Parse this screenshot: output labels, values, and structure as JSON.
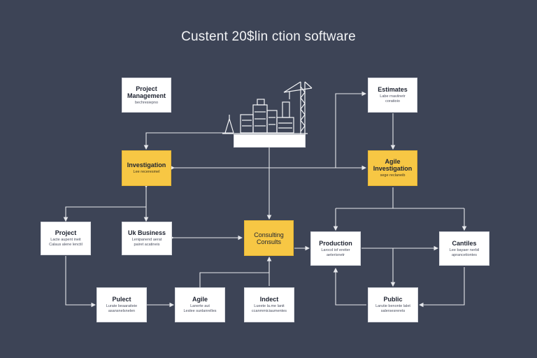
{
  "title": "Custent 20$lin ction software",
  "nodes": {
    "pm": {
      "title": "Project\nManagement",
      "sub": "bechresiepno"
    },
    "estimates": {
      "title": "Estimates",
      "sub": "Labe rnaviinetr\ncoratioio"
    },
    "investigation": {
      "title": "Investigation",
      "sub": "Lee receresmel"
    },
    "agile_top": {
      "title": "Agile\nInvestigation",
      "sub": "sege reclaneib"
    },
    "project_left": {
      "title": "Project",
      "sub": "Lacte aupent ineit\nCalaus alene lenctil"
    },
    "uk_business": {
      "title": "Uk Business",
      "sub": "Lenipanend aerat\npairet acatineis"
    },
    "consulting": {
      "title": "Consulting\nConsults",
      "sub": ""
    },
    "production": {
      "title": "Production",
      "sub": "Larocd iof ereiter\naeterisnetr"
    },
    "cartilles": {
      "title": "Cantiles",
      "sub": "Lee bayaer nerbil\naprancetiontes"
    },
    "project_bottom": {
      "title": "Pulect",
      "sub": "Lurate beaaraiteie\nasansnelsnelen"
    },
    "agile_bottom": {
      "title": "Agile",
      "sub": "Lanerte aut\nLeslee sunlanrelles"
    },
    "intect": {
      "title": "Indect",
      "sub": "Lueete la.me lanit\nccanmmiciaumentes"
    },
    "public": {
      "title": "Public",
      "sub": "Larutie benonte lalet\nsalersesrerets"
    }
  },
  "colors": {
    "background": "#3d4456",
    "accent": "#f7c744",
    "line": "#e6e8ec",
    "box": "#ffffff"
  },
  "icons": {
    "hub": "construction-building-icon"
  }
}
